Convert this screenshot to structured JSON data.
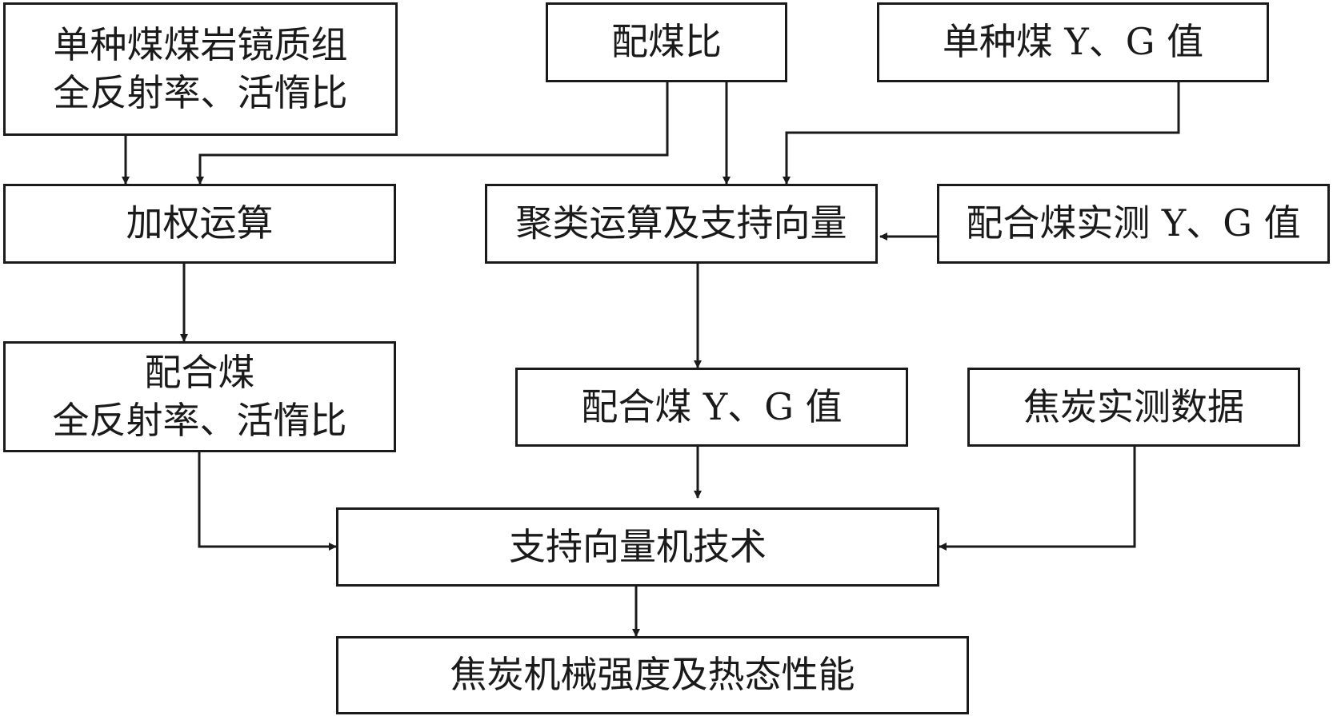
{
  "nodes": {
    "single_coal_petro": {
      "lines": [
        "单种煤煤岩镜质组",
        "全反射率、活惰比"
      ]
    },
    "blend_ratio": {
      "lines": [
        "配煤比"
      ]
    },
    "single_coal_yg": {
      "lines": [
        "单种煤 Y、G 值"
      ]
    },
    "weighted_calc": {
      "lines": [
        "加权运算"
      ]
    },
    "cluster_svm": {
      "lines": [
        "聚类运算及支持向量"
      ]
    },
    "blend_measured_yg": {
      "lines": [
        "配合煤实测 Y、G 值"
      ]
    },
    "blend_coal_petro": {
      "lines": [
        "配合煤",
        "全反射率、活惰比"
      ]
    },
    "blend_yg": {
      "lines": [
        "配合煤 Y、G 值"
      ]
    },
    "coke_measured": {
      "lines": [
        "焦炭实测数据"
      ]
    },
    "svm_tech": {
      "lines": [
        "支持向量机技术"
      ]
    },
    "coke_strength": {
      "lines": [
        "焦炭机械强度及热态性能"
      ]
    }
  },
  "edges": [
    {
      "from": "single_coal_petro",
      "to": "weighted_calc"
    },
    {
      "from": "blend_ratio",
      "to": "weighted_calc"
    },
    {
      "from": "blend_ratio",
      "to": "cluster_svm"
    },
    {
      "from": "single_coal_yg",
      "to": "cluster_svm"
    },
    {
      "from": "blend_measured_yg",
      "to": "cluster_svm"
    },
    {
      "from": "weighted_calc",
      "to": "blend_coal_petro"
    },
    {
      "from": "cluster_svm",
      "to": "blend_yg"
    },
    {
      "from": "blend_coal_petro",
      "to": "svm_tech"
    },
    {
      "from": "blend_yg",
      "to": "svm_tech"
    },
    {
      "from": "coke_measured",
      "to": "svm_tech"
    },
    {
      "from": "svm_tech",
      "to": "coke_strength"
    }
  ],
  "colors": {
    "stroke": "#1a1a1a",
    "background": "#ffffff"
  }
}
